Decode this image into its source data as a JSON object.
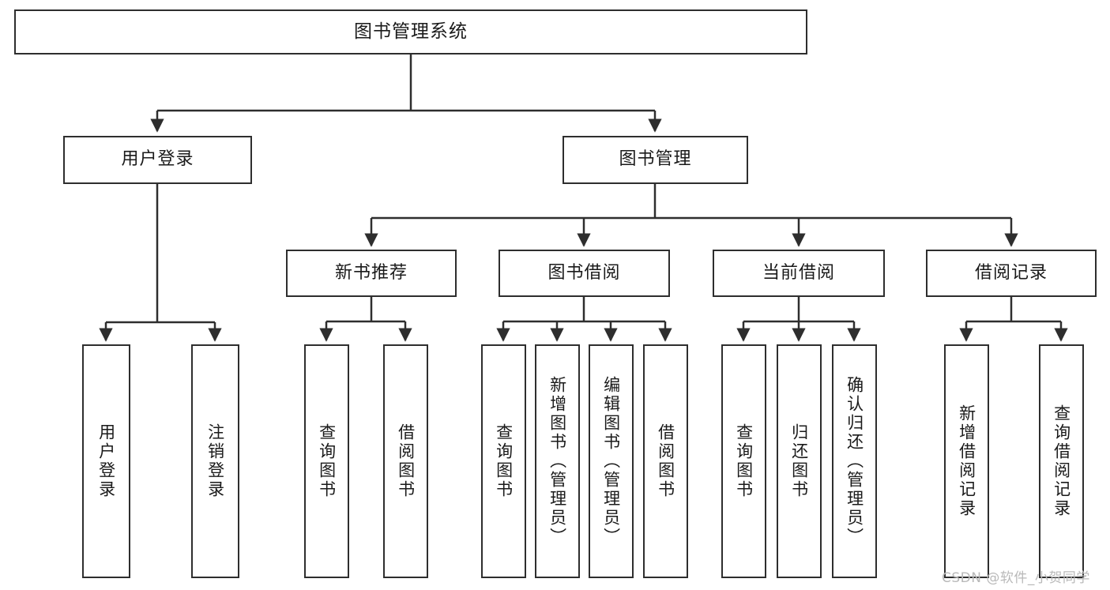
{
  "diagram": {
    "title": "图书管理系统",
    "watermark": "CSDN @软件_小贺同学",
    "line_color": "#2e2e2e",
    "box_fill": "#ffffff",
    "text_color": "#1a1a1a",
    "watermark_color": "#b9b9b9",
    "root": {
      "label": "图书管理系统"
    },
    "level2": [
      {
        "label": "用户登录"
      },
      {
        "label": "图书管理"
      }
    ],
    "level3": [
      {
        "label": "新书推荐"
      },
      {
        "label": "图书借阅"
      },
      {
        "label": "当前借阅"
      },
      {
        "label": "借阅记录"
      }
    ],
    "leaves": [
      {
        "label": "用户登录",
        "parent": "用户登录"
      },
      {
        "label": "注销登录",
        "parent": "用户登录"
      },
      {
        "label": "查询图书",
        "parent": "新书推荐"
      },
      {
        "label": "借阅图书",
        "parent": "新书推荐"
      },
      {
        "label": "查询图书",
        "parent": "图书借阅"
      },
      {
        "label": "新增图书（管理员）",
        "parent": "图书借阅"
      },
      {
        "label": "编辑图书（管理员）",
        "parent": "图书借阅"
      },
      {
        "label": "借阅图书",
        "parent": "图书借阅"
      },
      {
        "label": "查询图书",
        "parent": "当前借阅"
      },
      {
        "label": "归还图书",
        "parent": "当前借阅"
      },
      {
        "label": "确认归还（管理员）",
        "parent": "当前借阅"
      },
      {
        "label": "新增借阅记录",
        "parent": "借阅记录"
      },
      {
        "label": "查询借阅记录",
        "parent": "借阅记录"
      }
    ]
  }
}
